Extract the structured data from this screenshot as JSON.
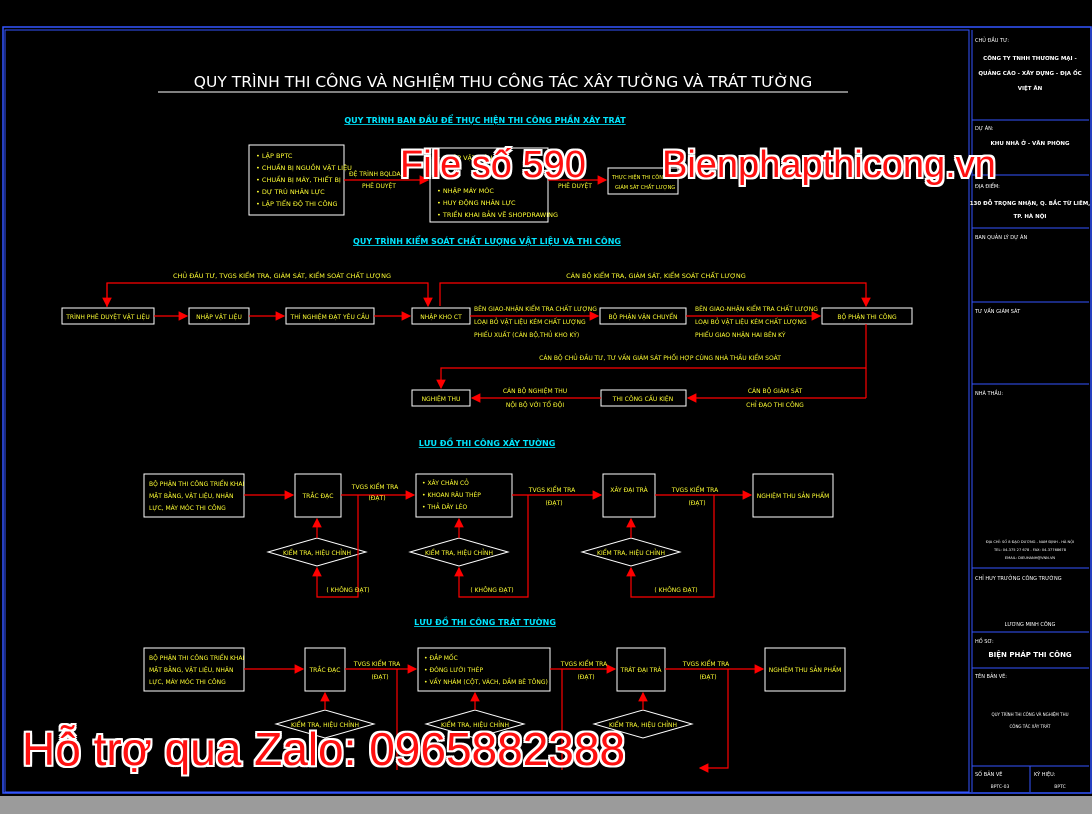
{
  "title": "QUY TRÌNH THI CÔNG VÀ NGHIỆM THU CÔNG TÁC XÂY TƯỜNG VÀ TRÁT TƯỜNG",
  "watermarks": {
    "file": "File số 590",
    "site": "Bienphapthicong.vn",
    "zalo": "Hỗ trợ qua Zalo: 0965882388"
  },
  "section1": {
    "heading": "QUY TRÌNH BAN ĐẦU ĐỂ THỰC HIỆN THI CÔNG PHẦN XÂY TRÁT",
    "box1": [
      "• LẬP BPTC",
      "• CHUẨN BỊ NGUỒN VẬT LIỆU",
      "• CHUẨN BỊ MÁY, THIẾT BỊ",
      "• DỰ TRÙ NHÂN LỰC",
      "• LẬP TIẾN ĐỘ THI CÔNG"
    ],
    "arrow1": [
      "ĐỆ TRÌNH BQLDA,",
      "PHÊ DUYỆT"
    ],
    "box2": [
      "• NHẬP VẬT LIỆU",
      "• NHẬP MÁY MÓC",
      "• HUY ĐỘNG NHÂN LỰC",
      "• TRIỂN KHAI BẢN VẼ SHOPDRAWING"
    ],
    "arrow2": "PHÊ DUYỆT",
    "box3": [
      "THỰC HIỆN THI CÔNG",
      "GIÁM SÁT CHẤT LƯỢNG"
    ]
  },
  "section2": {
    "heading": "QUY TRÌNH KIỂM SOÁT CHẤT LƯỢNG VẬT LIỆU VÀ THI CÔNG",
    "top_left_note": "CHỦ ĐẦU TƯ, TVGS KIỂM TRA, GIÁM SÁT, KIỂM SOÁT CHẤT LƯỢNG",
    "top_right_note": "CÁN BỘ KIỂM TRA, GIÁM SÁT, KIỂM SOÁT CHẤT LƯỢNG",
    "boxes": [
      "TRÌNH PHÊ DUYỆT VẬT LIỆU",
      "NHẬP VẬT LIỆU",
      "THÍ NGHIỆM ĐẠT YÊU CẦU",
      "NHẬP KHO CT",
      "BỘ PHẬN VẬN CHUYỂN",
      "BỘ PHẬN THI CÔNG"
    ],
    "note_mid1": [
      "BÊN GIAO-NHẬN KIỂM TRA CHẤT LƯỢNG",
      "LOẠI BỎ VẬT LIỆU KÉM CHẤT LƯỢNG",
      "PHIẾU XUẤT (CÁN BỘ,THỦ KHO KÝ)"
    ],
    "note_mid2": [
      "BÊN GIAO-NHẬN KIỂM TRA CHẤT LƯỢNG",
      "LOẠI BỎ VẬT LIỆU KÉM CHẤT LƯỢNG",
      "PHIẾU GIAO NHẬN HAI BÊN KÝ"
    ],
    "note_return": "CÁN BỘ CHỦ ĐẦU TƯ, TƯ VẤN GIÁM SÁT PHỐI HỢP CÙNG NHÀ THẦU KIỂM SOÁT",
    "box_nghiem_thu": "NGHIỆM THU",
    "box_thi_cong_cau_kien": "THI CÔNG CẤU KIỆN",
    "note_nt": [
      "CÁN BỘ NGHIỆM THU",
      "NỘI BỘ VỚI TỔ ĐỘI"
    ],
    "note_gs": [
      "CÁN BỘ GIÁM SÁT",
      "CHỈ ĐẠO THI CÔNG"
    ]
  },
  "section3": {
    "heading": "LƯU ĐỒ THI CÔNG XÂY TƯỜNG",
    "box_start": [
      "BỘ PHẬN THI CÔNG TRIỂN KHAI",
      "MẶT BẰNG, VẬT LIỆU, NHÂN",
      "LỰC, MÁY MÓC THI CÔNG"
    ],
    "box_trac_dac": "TRẮC ĐẠC",
    "box_work": [
      "• XÂY CHÂN CỎ",
      "• KHOAN RÂU THÉP",
      "• THẢ DÂY LÈO"
    ],
    "box_xay_dai_tra": "XÂY ĐẠI TRÀ",
    "box_end": "NGHIỆM THU SẢN PHẨM",
    "check_label": [
      "TVGS KIỂM TRA",
      "(ĐẠT)"
    ],
    "diamond_label": "KIỂM TRA, HIỆU CHỈNH",
    "fail_label": "( KHÔNG ĐẠT)"
  },
  "section4": {
    "heading": "LƯU ĐỒ THI CÔNG TRÁT TƯỜNG",
    "box_start": [
      "BỘ PHẬN THI CÔNG TRIỂN KHAI",
      "MẶT BẰNG, VẬT LIỆU, NHÂN",
      "LỰC, MÁY MÓC THI CÔNG"
    ],
    "box_trac_dac": "TRẮC ĐẠC",
    "box_work": [
      "• ĐẮP MỐC",
      "• ĐÓNG LƯỚI THÉP",
      "• VẨY NHÁM (CỘT, VÁCH, DẦM BÊ TÔNG)"
    ],
    "box_trat_dai_tra": "TRÁT ĐẠI TRÀ",
    "box_end": "NGHIỆM THU SẢN PHẨM",
    "check_label": [
      "TVGS KIỂM TRA",
      "(ĐẠT)"
    ],
    "diamond_label": "KIỂM TRA, HIỆU CHỈNH"
  },
  "title_block": {
    "owner_label": "CHỦ ĐẦU TƯ:",
    "owner": [
      "CÔNG TY TNHH THƯƠNG MẠI -",
      "QUẢNG CÁO - XÂY DỰNG - ĐỊA ỐC",
      "VIỆT ÂN"
    ],
    "project_label": "DỰ ÁN:",
    "project": [
      "KHU NHÀ Ở - VĂN PHÒNG"
    ],
    "location_label": "ĐỊA ĐIỂM:",
    "location": [
      "130 ĐỖ TRỌNG NHẬN, Q. BẮC TỪ LIÊM,",
      "TP. HÀ NỘI"
    ],
    "pm_label": "BAN QUẢN LÝ DỰ ÁN",
    "supervisor_label": "TƯ VẤN GIÁM SÁT",
    "contractor_label": "NHÀ THẦU:",
    "contractor_info": [
      "ĐỊA CHỈ: SỐ 8 ĐẠO DƯƠNG - NAM ĐỊNH - HÀ NỘI",
      "TEL: 04-375 27 678 - FAX: 04-37768678",
      "EMAIL: DIEUHANH@VNN.VN"
    ],
    "site_chief_label": "CHỈ HUY TRƯỞNG CÔNG TRƯỜNG",
    "site_chief_name": "LƯƠNG MINH CÔNG",
    "subject_label": "HỒ SƠ:",
    "subject": "BIỆN PHÁP THI CÔNG",
    "drawing_label": "TÊN BẢN VẼ:",
    "drawing_name": [
      "QUY TRÌNH THI CÔNG VÀ NGHIỆM THU",
      "CÔNG TÁC XÂY TRÁT"
    ],
    "sheet_label": "SỐ BẢN VẼ",
    "sheet_no": "BPTC-03",
    "scale_label": "KÝ HIỆU:",
    "scale": "BPTC"
  },
  "colors": {
    "background": "#000000",
    "line": "#ff0000",
    "text": "#ffffff",
    "note": "#ffff33",
    "heading": "#00e5ff",
    "border": "#3355ff"
  }
}
